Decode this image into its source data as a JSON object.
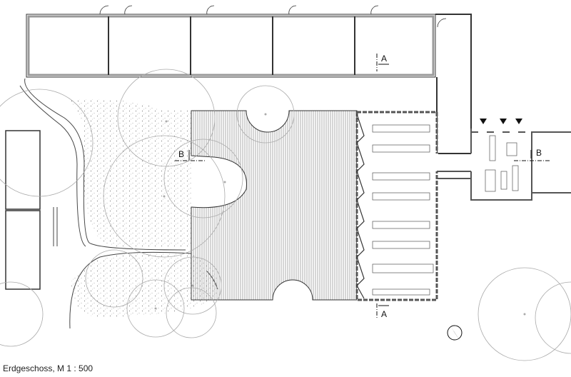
{
  "caption": "Erdgeschoss, M 1 : 500",
  "section_markers": {
    "a_top": "A",
    "a_bottom": "A",
    "b_left": "B",
    "b_right": "B"
  },
  "colors": {
    "wall": "#9a9a9a",
    "line": "#333333",
    "tree": "#aaaaaa",
    "north_arrow": "#111111"
  }
}
